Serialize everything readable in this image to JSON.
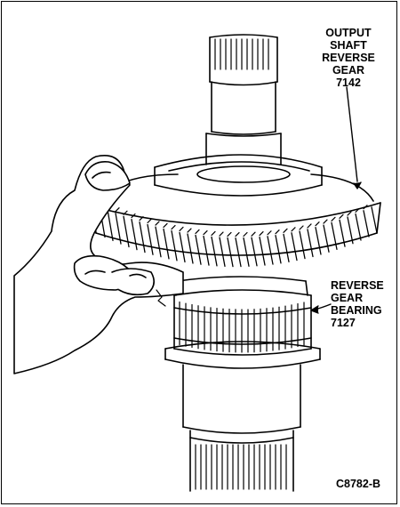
{
  "callouts": {
    "output_shaft_reverse_gear": {
      "line1": "OUTPUT",
      "line2": "SHAFT",
      "line3": "REVERSE",
      "line4": "GEAR",
      "part_number": "7142"
    },
    "reverse_gear_bearing": {
      "line1": "REVERSE",
      "line2": "GEAR",
      "line3": "BEARING",
      "part_number": "7127"
    }
  },
  "figure_code": "C8782-B",
  "colors": {
    "ink": "#000000",
    "paper": "#ffffff"
  }
}
